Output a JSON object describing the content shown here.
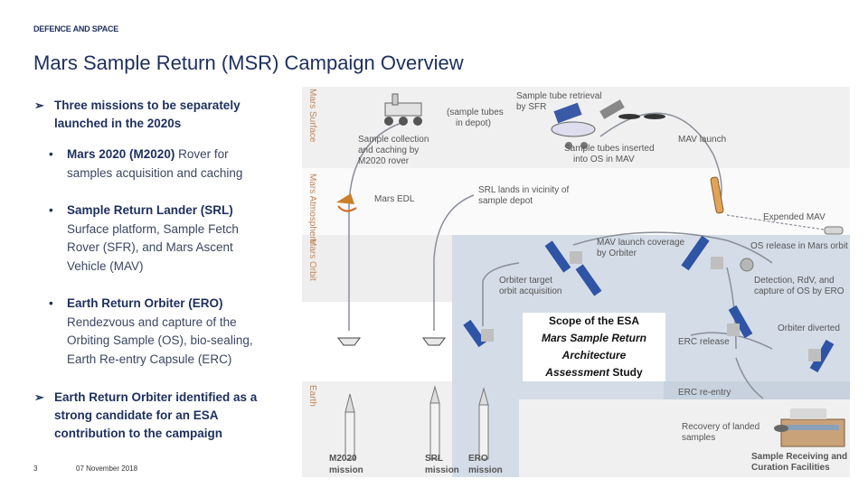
{
  "header": {
    "label": "DEFENCE AND SPACE",
    "title": "Mars Sample Return (MSR) Campaign Overview"
  },
  "bullets": [
    {
      "text_line1": "Three missions to be separately",
      "text_line2": "launched in the 2020s"
    },
    {
      "text_line1": "Earth Return Orbiter identified as a",
      "text_line2": "strong candidate for an ESA",
      "text_line3": "contribution to the campaign"
    }
  ],
  "subbullets": [
    {
      "title": "Mars 2020 (M2020)",
      "rest_line1": " Rover for",
      "line2": "samples acquisition and caching"
    },
    {
      "title": "Sample Return Lander (SRL)",
      "line2": "Surface platform, Sample Fetch",
      "line3": "Rover (SFR), and Mars Ascent",
      "line4": "Vehicle (MAV)"
    },
    {
      "title": "Earth Return Orbiter (ERO)",
      "line2": "Rendezvous and capture of the",
      "line3": "Orbiting Sample (OS), bio-sealing,",
      "line4": "Earth Re-entry Capsule (ERC)"
    }
  ],
  "diagram": {
    "zones": [
      "Mars Surface",
      "Mars Atmosphere",
      "Mars Orbit",
      "Earth"
    ],
    "labels": {
      "sample_tubes_depot": [
        "(sample tubes",
        "in depot)"
      ],
      "tube_retrieval": [
        "Sample tube retrieval",
        "by SFR"
      ],
      "collection": [
        "Sample collection",
        "and caching by",
        "M2020 rover"
      ],
      "tubes_inserted": [
        "Sample tubes inserted",
        "into OS in MAV"
      ],
      "mav_launch": "MAV launch",
      "mars_edl": "Mars EDL",
      "srl_lands": [
        "SRL lands in vicinity of",
        "sample depot"
      ],
      "expended_mav": "Expended MAV",
      "mav_coverage": [
        "MAV launch coverage",
        "by Orbiter"
      ],
      "os_release": "OS release in Mars orbit",
      "orbiter_target": [
        "Orbiter target",
        "orbit acquisition"
      ],
      "detection": [
        "Detection, RdV, and",
        "capture of OS by ERO"
      ],
      "orbiter_diverted": "Orbiter diverted",
      "erc_release": "ERC release",
      "erc_reentry": "ERC re-entry",
      "recovery": [
        "Recovery of landed",
        "samples"
      ],
      "receiving": [
        "Sample Receiving and",
        "Curation Facilities"
      ]
    },
    "missions": [
      {
        "line1": "M2020",
        "line2": "mission"
      },
      {
        "line1": "SRL",
        "line2": "mission"
      },
      {
        "line1": "ERO",
        "line2": "mission"
      }
    ],
    "scope": {
      "line1": "Scope of the ESA",
      "line2": "Mars Sample Return",
      "line3": "Architecture",
      "line4_italic": "Assessment",
      "line4_rest": " Study"
    }
  },
  "footer": {
    "page": "3",
    "date": "07 November 2018"
  }
}
